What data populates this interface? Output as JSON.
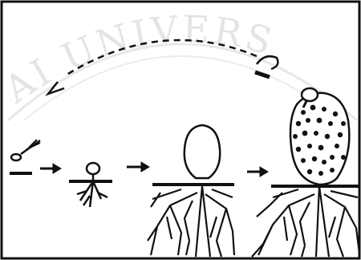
{
  "watermark": {
    "text": "AI UNIVERS",
    "color": "#e4e4e4"
  },
  "diagram": {
    "stages": [
      {
        "name": "seed"
      },
      {
        "name": "seedling"
      },
      {
        "name": "swollen-stage"
      },
      {
        "name": "mature-stage"
      }
    ],
    "arrow_count": 3,
    "has_dispersal_arc": true,
    "ink_color": "#111111"
  }
}
